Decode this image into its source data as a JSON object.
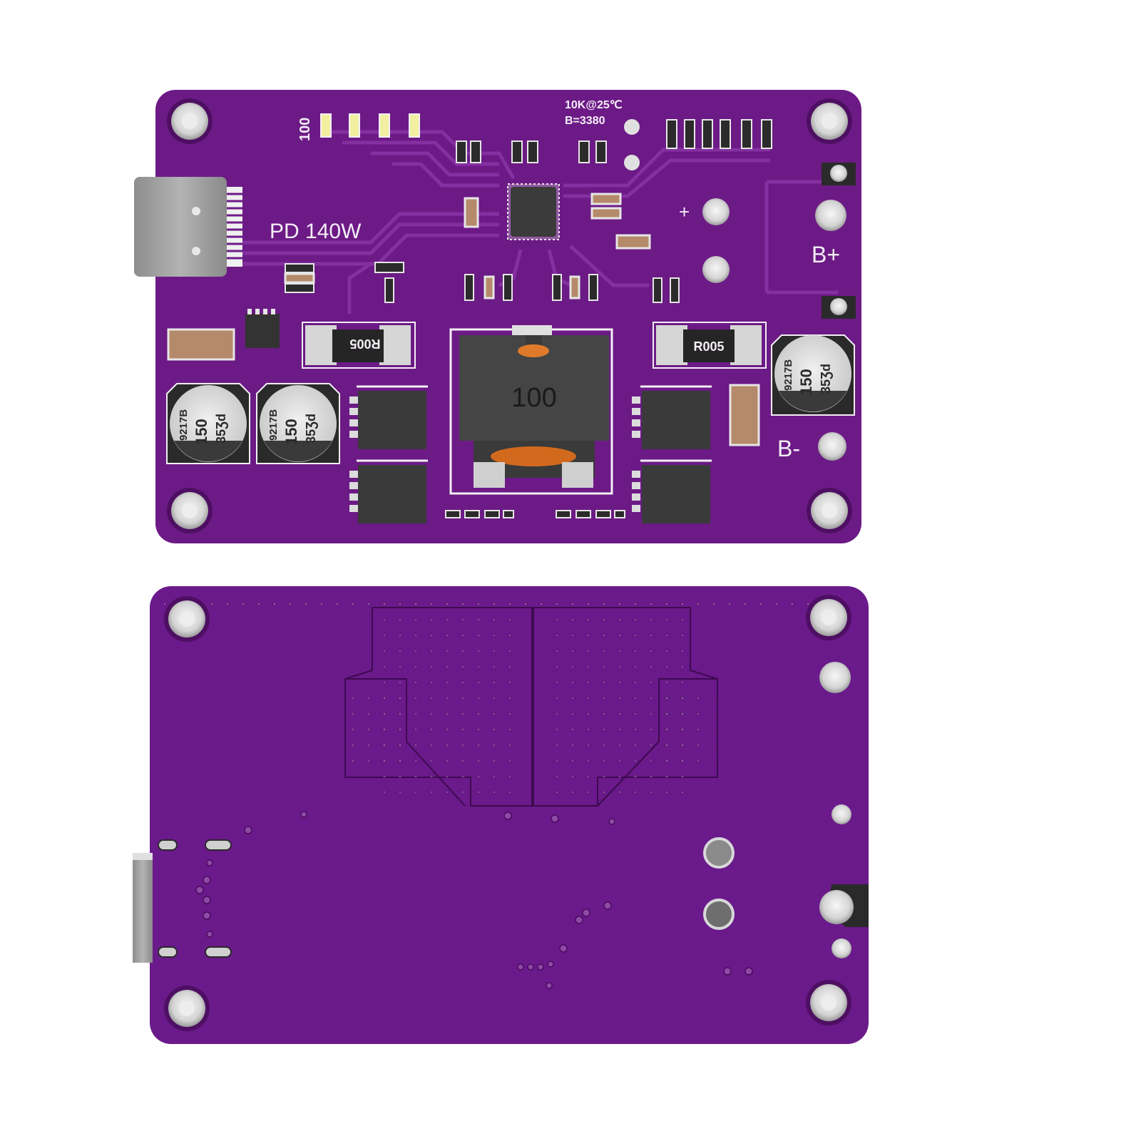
{
  "colors": {
    "background": "#ffffff",
    "pcb": "#6c1a86",
    "pcb_dark": "#4e0f63",
    "pcb_back": "#6a1a8a",
    "trace": "#7e2a9a",
    "silkscreen": "#f4eef6",
    "metal": "#c9c9c9",
    "chip": "#3b3b3b",
    "inductor_copper": "#e07a2a",
    "led": "#f2f0a0",
    "ceramic": "#b58a6a"
  },
  "front_board": {
    "label_power": "PD 140W",
    "label_ntc_line1": "10K@25℃",
    "label_ntc_line2": "B=3380",
    "label_led_value": "100",
    "label_plus": "+",
    "label_battery_positive": "B+",
    "label_battery_negative": "B-",
    "shunt_resistor_left": "R005",
    "shunt_resistor_right": "R005",
    "inductor_marking": "100",
    "capacitors": [
      {
        "line1": "9217B",
        "line2": "150",
        "line3": "35Ʒd"
      },
      {
        "line1": "9217B",
        "line2": "150",
        "line3": "35Ʒd"
      },
      {
        "line1": "9217B",
        "line2": "150",
        "line3": "35Ʒd"
      }
    ],
    "led_count": 4,
    "connector": "usb-c-port"
  },
  "back_board": {
    "connector": "usb-c-port-edge"
  }
}
